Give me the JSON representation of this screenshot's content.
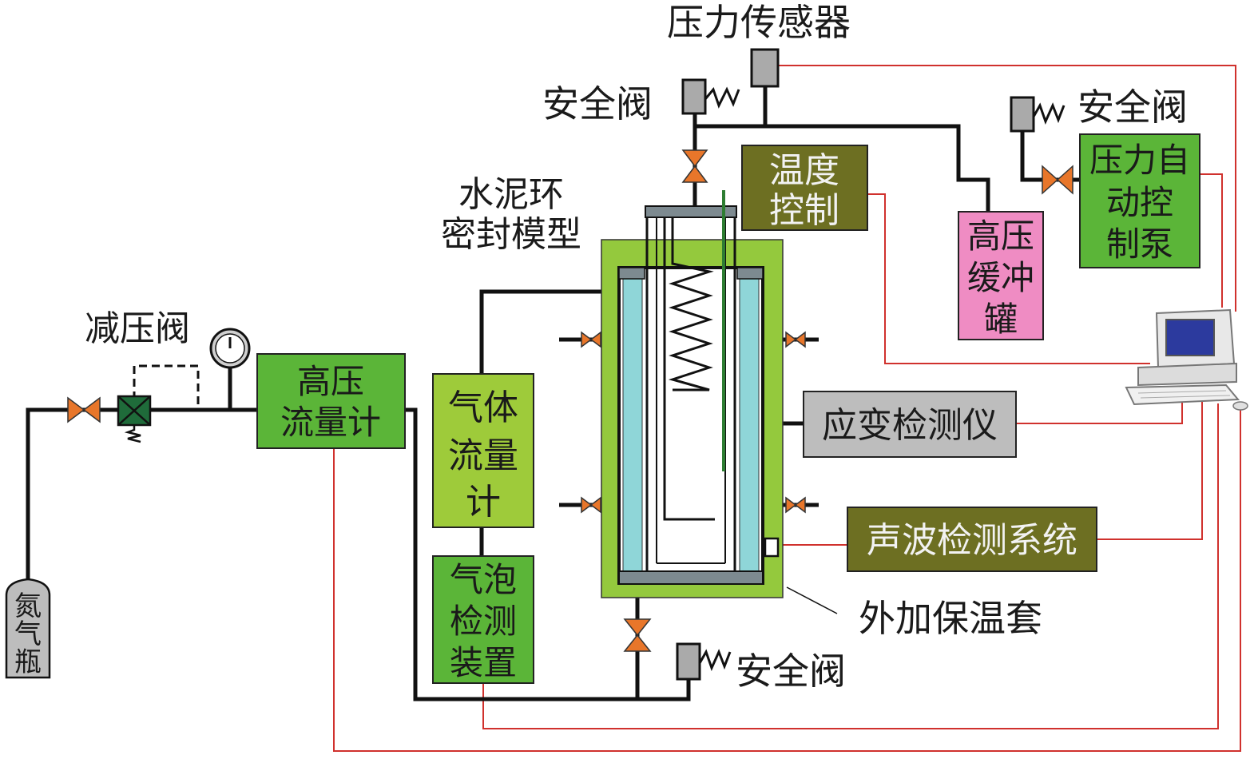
{
  "colors": {
    "pipe": "#111111",
    "signal": "#d0312d",
    "green_box": "#5bb538",
    "light_green_box": "#9ecb3a",
    "olive_box": "#6d6f22",
    "pink_box": "#ef8cc3",
    "gray_box": "#bdbdbd",
    "valve": "#e8762a",
    "cyan": "#8fd6d8",
    "jacket": "#94c93d"
  },
  "labels": {
    "pressure_sensor": "压力传感器",
    "safety_valve_top": "安全阀",
    "safety_valve_right": "安全阀",
    "safety_valve_bottom": "安全阀",
    "cement_model_1": "水泥环",
    "cement_model_2": "密封模型",
    "reducing_valve": "减压阀",
    "outer_jacket": "外加保温套"
  },
  "boxes": {
    "hp_flowmeter": [
      "高压",
      "流量计"
    ],
    "gas_flowmeter": [
      "气体",
      "流量",
      "计"
    ],
    "bubble_detector": [
      "气泡",
      "检测",
      "装置"
    ],
    "temp_control": [
      "温度",
      "控制"
    ],
    "hp_buffer": [
      "高压",
      "缓冲",
      "罐"
    ],
    "auto_pump": [
      "压力自",
      "动控",
      "制泵"
    ],
    "strain_detector": [
      "应变检测仪"
    ],
    "acoustic_system": [
      "声波检测系统"
    ],
    "nitrogen_bottle": [
      "氮",
      "气",
      "瓶"
    ]
  }
}
